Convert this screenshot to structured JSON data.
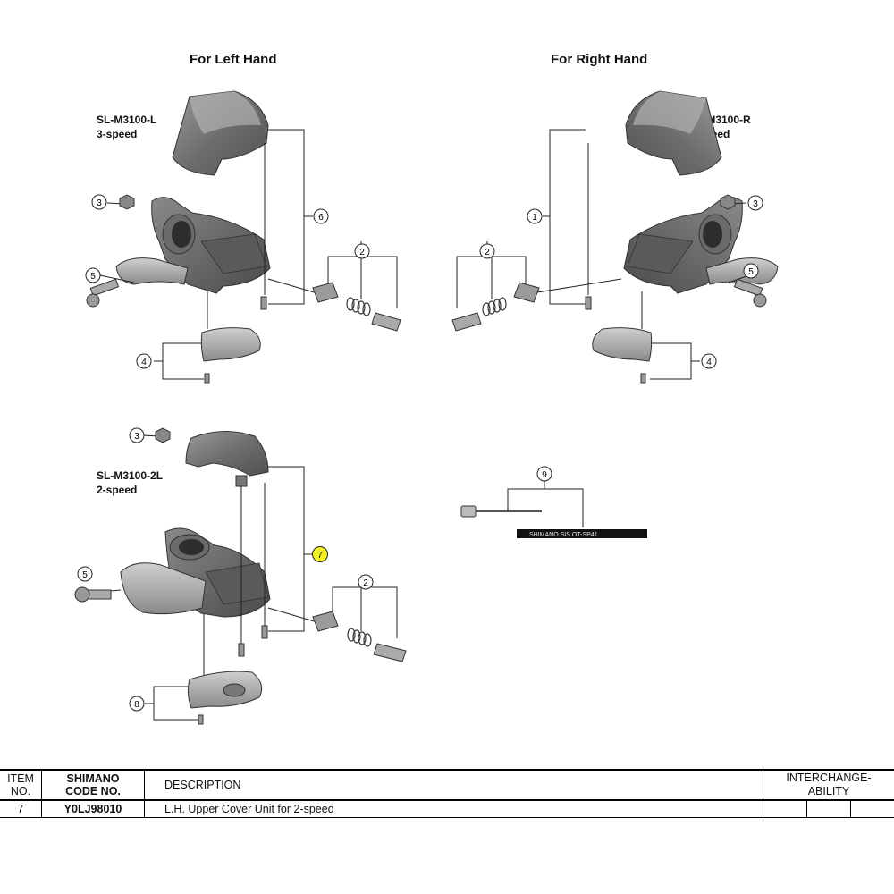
{
  "headings": {
    "left": "For Left Hand",
    "right": "For Right Hand"
  },
  "models": {
    "left3": {
      "name": "SL-M3100-L",
      "speed": "3-speed"
    },
    "right9": {
      "name": "SL-M3100-R",
      "speed": "9-speed"
    },
    "left2": {
      "name": "SL-M3100-2L",
      "speed": "2-speed"
    }
  },
  "callouts": {
    "c1": "1",
    "c2": "2",
    "c3": "3",
    "c4": "4",
    "c5": "5",
    "c6": "6",
    "c7": "7",
    "c8": "8",
    "c9": "9"
  },
  "highlight_color": "#f4f01e",
  "cable_print": "SHIMANO SIS OT-SP41",
  "table": {
    "headers": {
      "item_l1": "ITEM",
      "item_l2": "NO.",
      "code_l1": "SHIMANO",
      "code_l2": "CODE NO.",
      "desc": "DESCRIPTION",
      "inter_l1": "INTERCHANGE-",
      "inter_l2": "ABILITY"
    },
    "rows": [
      {
        "item": "7",
        "code": "Y0LJ98010",
        "desc": "L.H. Upper Cover Unit for 2-speed"
      }
    ]
  }
}
